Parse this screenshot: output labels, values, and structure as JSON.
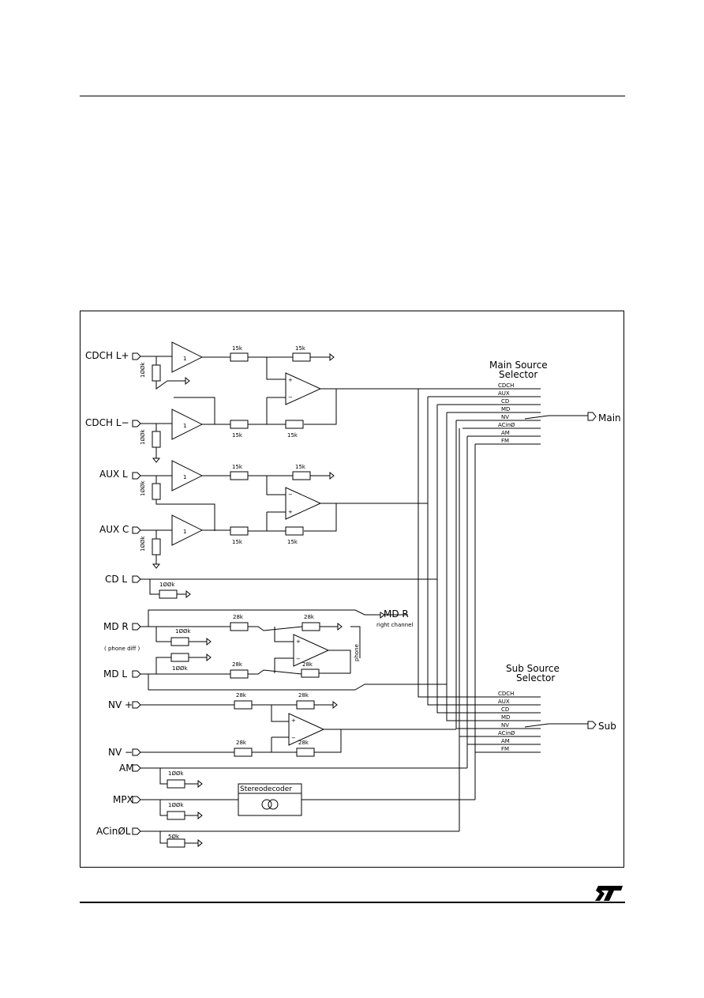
{
  "inputs": [
    "CDCH L+",
    "CDCH L−",
    "AUX L",
    "AUX C",
    "CD L",
    "MD R",
    "MD L",
    "NV +",
    "NV −",
    "AM",
    "MPX",
    "ACinØL"
  ],
  "resistor_labels": {
    "r15k": "15k",
    "r100k": "100k",
    "r28k": "28k",
    "r50k": "50k",
    "r100k_zero": "1ØØk",
    "r50k_zero": "5Øk"
  },
  "amp_gain": "1",
  "notes": {
    "phone_diff": "( phone diff )",
    "phone": "phone",
    "md_r_out": "MD R",
    "right_channel": "right channel"
  },
  "main_selector": {
    "title_line1": "Main Source",
    "title_line2": "Selector",
    "lines": [
      "CDCH",
      "AUX",
      "CD",
      "MD",
      "NV",
      "ACinØ",
      "AM",
      "FM"
    ],
    "output": "Main"
  },
  "sub_selector": {
    "title_line1": "Sub Source",
    "title_line2": "Selector",
    "lines": [
      "CDCH",
      "AUX",
      "CD",
      "MD",
      "NV",
      "ACinØ",
      "AM",
      "FM"
    ],
    "output": "Sub"
  },
  "stereodecoder_label": "Stereodecoder",
  "logo": "ST"
}
